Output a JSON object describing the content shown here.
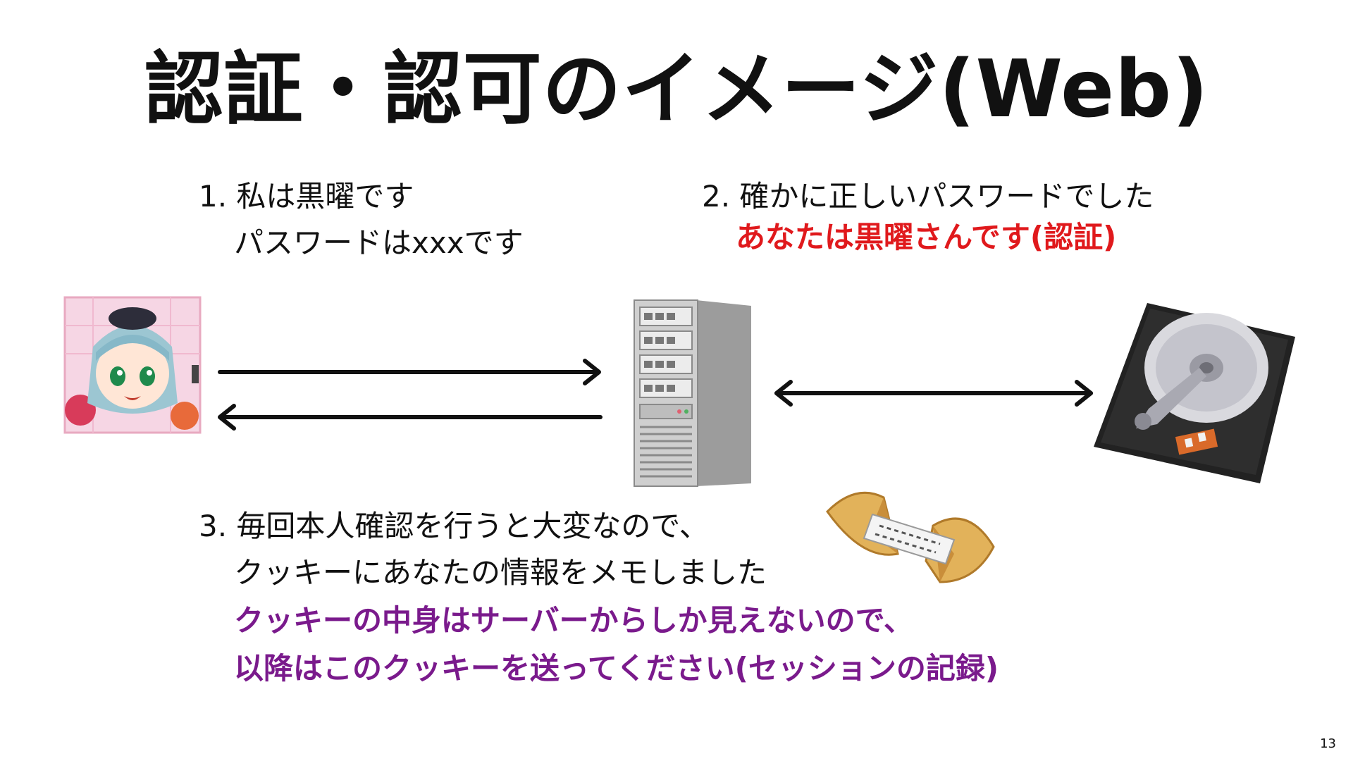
{
  "title": "認証・認可のイメージ(Web)",
  "step1": {
    "line1": "1. 私は黒曜です",
    "line2": "パスワードはxxxです"
  },
  "step2": {
    "line1": "2. 確かに正しいパスワードでした",
    "line2": "あなたは黒曜さんです(認証)"
  },
  "step3": {
    "line1": "3. 毎回本人確認を行うと大変なので、",
    "line2": "クッキーにあなたの情報をメモしました",
    "line3": "クッキーの中身はサーバーからしか見えないので、",
    "line4": "以降はこのクッキーを送ってください(セッションの記録)"
  },
  "page_number": "13",
  "colors": {
    "accent_red": "#e0191c",
    "accent_purple": "#7a1a8c",
    "arrow": "#111111"
  },
  "icons": [
    "user-avatar",
    "server-icon",
    "hard-disk-icon",
    "cookie-icon"
  ]
}
